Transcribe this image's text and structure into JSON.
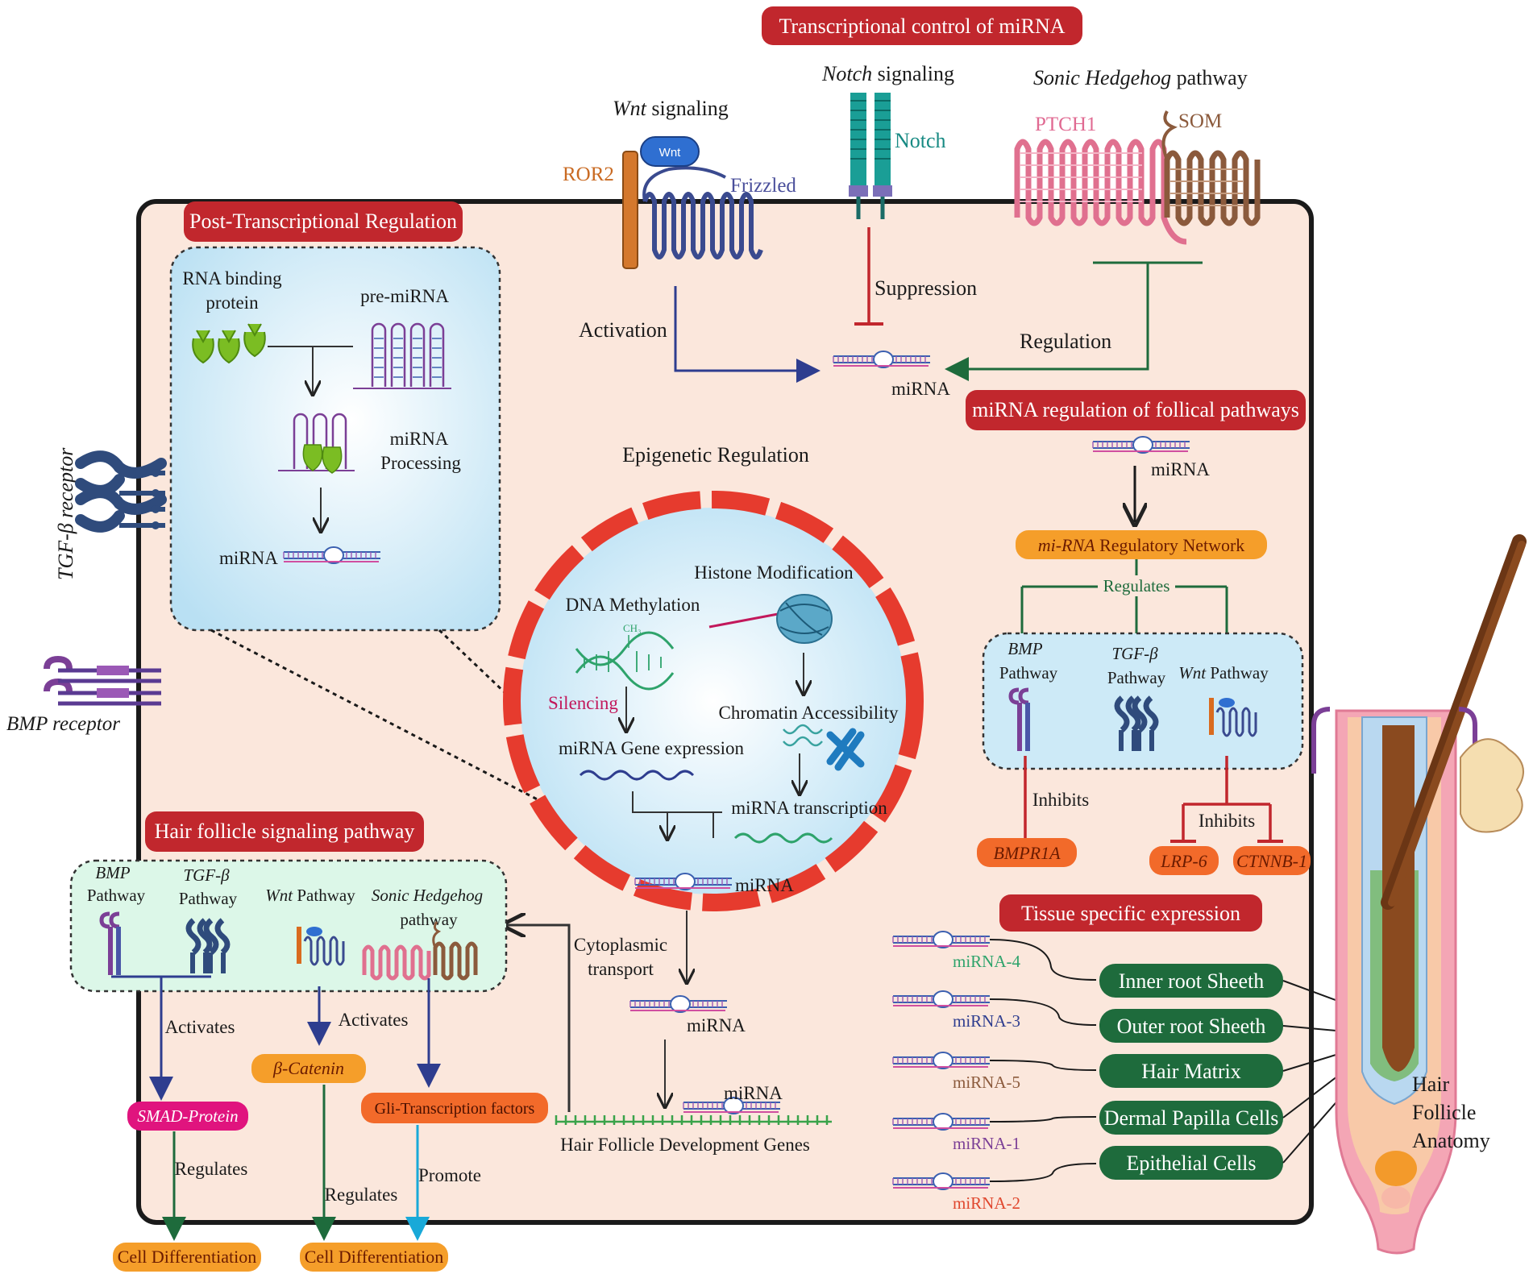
{
  "headers": {
    "transcriptional": "Transcriptional control of miRNA",
    "post_transcriptional": "Post-Transcriptional Regulation",
    "mirna_regulation": "miRNA regulation of follical pathways",
    "hair_follicle_signaling": "Hair follicle signaling pathway",
    "tissue_specific": "Tissue specific expression"
  },
  "transcription": {
    "wnt_title_it": "Wnt",
    "wnt_title_rest": " signaling",
    "wnt_badge": "Wnt",
    "ror2": "ROR2",
    "frizzled": "Frizzled",
    "notch_title_it": "Notch",
    "notch_title_rest": " signaling",
    "notch": "Notch",
    "shh_title_it": "Sonic Hedgehog",
    "shh_title_rest": " pathway",
    "ptch1": "PTCH1",
    "som": "SOM",
    "activation": "Activation",
    "suppression": "Suppression",
    "regulation": "Regulation",
    "mirna": "miRNA"
  },
  "post": {
    "rbp_line1": "RNA binding",
    "rbp_line2": "protein",
    "pre_mirna": "pre-miRNA",
    "processing_line1": "miRNA",
    "processing_line2": "Processing",
    "mirna": "miRNA"
  },
  "receptors": {
    "tgf": "TGF-β receptor",
    "bmp": "BMP receptor"
  },
  "epigenetic": {
    "title": "Epigenetic Regulation",
    "dna_methylation": "DNA Methylation",
    "ch3": "CH₃",
    "histone": "Histone Modification",
    "silencing": "Silencing",
    "chromatin": "Chromatin Accessibility",
    "gene_expression": "miRNA Gene expression",
    "transcription": "miRNA transcription",
    "mirna": "miRNA"
  },
  "cytoplasm": {
    "transport_line1": "Cytoplasmic",
    "transport_line2": "transport",
    "mirna1": "miRNA",
    "mirna2": "miRNA",
    "genes": "Hair Follicle Development Genes"
  },
  "follical": {
    "mirna": "miRNA",
    "network_it": "mi-RNA",
    "network_rest": " Regulatory Network",
    "regulates": "Regulates",
    "bmp_it": "BMP",
    "bmp_rest": "Pathway",
    "tgf_it": "TGF-β",
    "tgf_rest": "Pathway",
    "wnt_it": "Wnt",
    "wnt_rest": " Pathway",
    "inhibits1": "Inhibits",
    "inhibits2": "Inhibits",
    "bmpr1a": "BMPR1A",
    "lrp6": "LRP-6",
    "ctnnb1": "CTNNB-1"
  },
  "hair_signaling": {
    "bmp_it": "BMP",
    "bmp_rest": "Pathway",
    "tgf_it": "TGF-β",
    "tgf_rest": "Pathway",
    "wnt_it": "Wnt",
    "wnt_rest": " Pathway",
    "shh_it": "Sonic Hedgehog",
    "shh_rest": "pathway",
    "activates1": "Activates",
    "activates2": "Activates",
    "smad": "SMAD-Protein",
    "catenin": "β-Catenin",
    "gli": "Gli-Transcription factors",
    "regulates1": "Regulates",
    "regulates2": "Regulates",
    "promote": "Promote",
    "diff1": "Cell Differentiation",
    "diff2": "Cell Differentiation"
  },
  "tissue": {
    "mirnas": [
      "miRNA-4",
      "miRNA-3",
      "miRNA-5",
      "miRNA-1",
      "miRNA-2"
    ],
    "cells": [
      "Inner root Sheeth",
      "Outer root Sheeth",
      "Hair Matrix",
      "Dermal Papilla Cells",
      "Epithelial Cells"
    ]
  },
  "anatomy": {
    "line1": "Hair",
    "line2": "Follicle",
    "line3": "Anatomy"
  },
  "colors": {
    "header_red": "#c1272d",
    "cell_fill": "#fbe7dc",
    "panel_blue": "#dff1fb",
    "panel_green": "#dcf7e8",
    "pill_green": "#1e6b3c",
    "pill_orange": "#f59e2a",
    "pill_pink": "#e0147e",
    "nucleus_red": "#e63b2e"
  }
}
